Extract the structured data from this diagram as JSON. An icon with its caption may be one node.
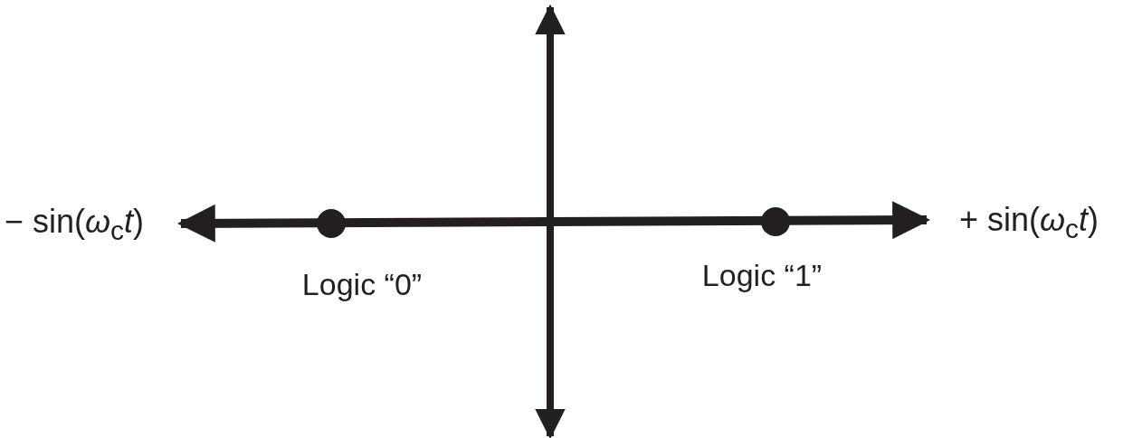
{
  "diagram": {
    "nodes": [
      {
        "text": [],
        "shape": "circle",
        "beside": [
          "Logic “0”"
        ]
      },
      {
        "text": [],
        "shape": "circle",
        "beside": [
          "Logic “1”"
        ]
      }
    ],
    "labels": [
      "− sin(*ω*$_{c}$*t*)",
      "+ sin(*ω*$_{c}$*t*)"
    ]
  }
}
